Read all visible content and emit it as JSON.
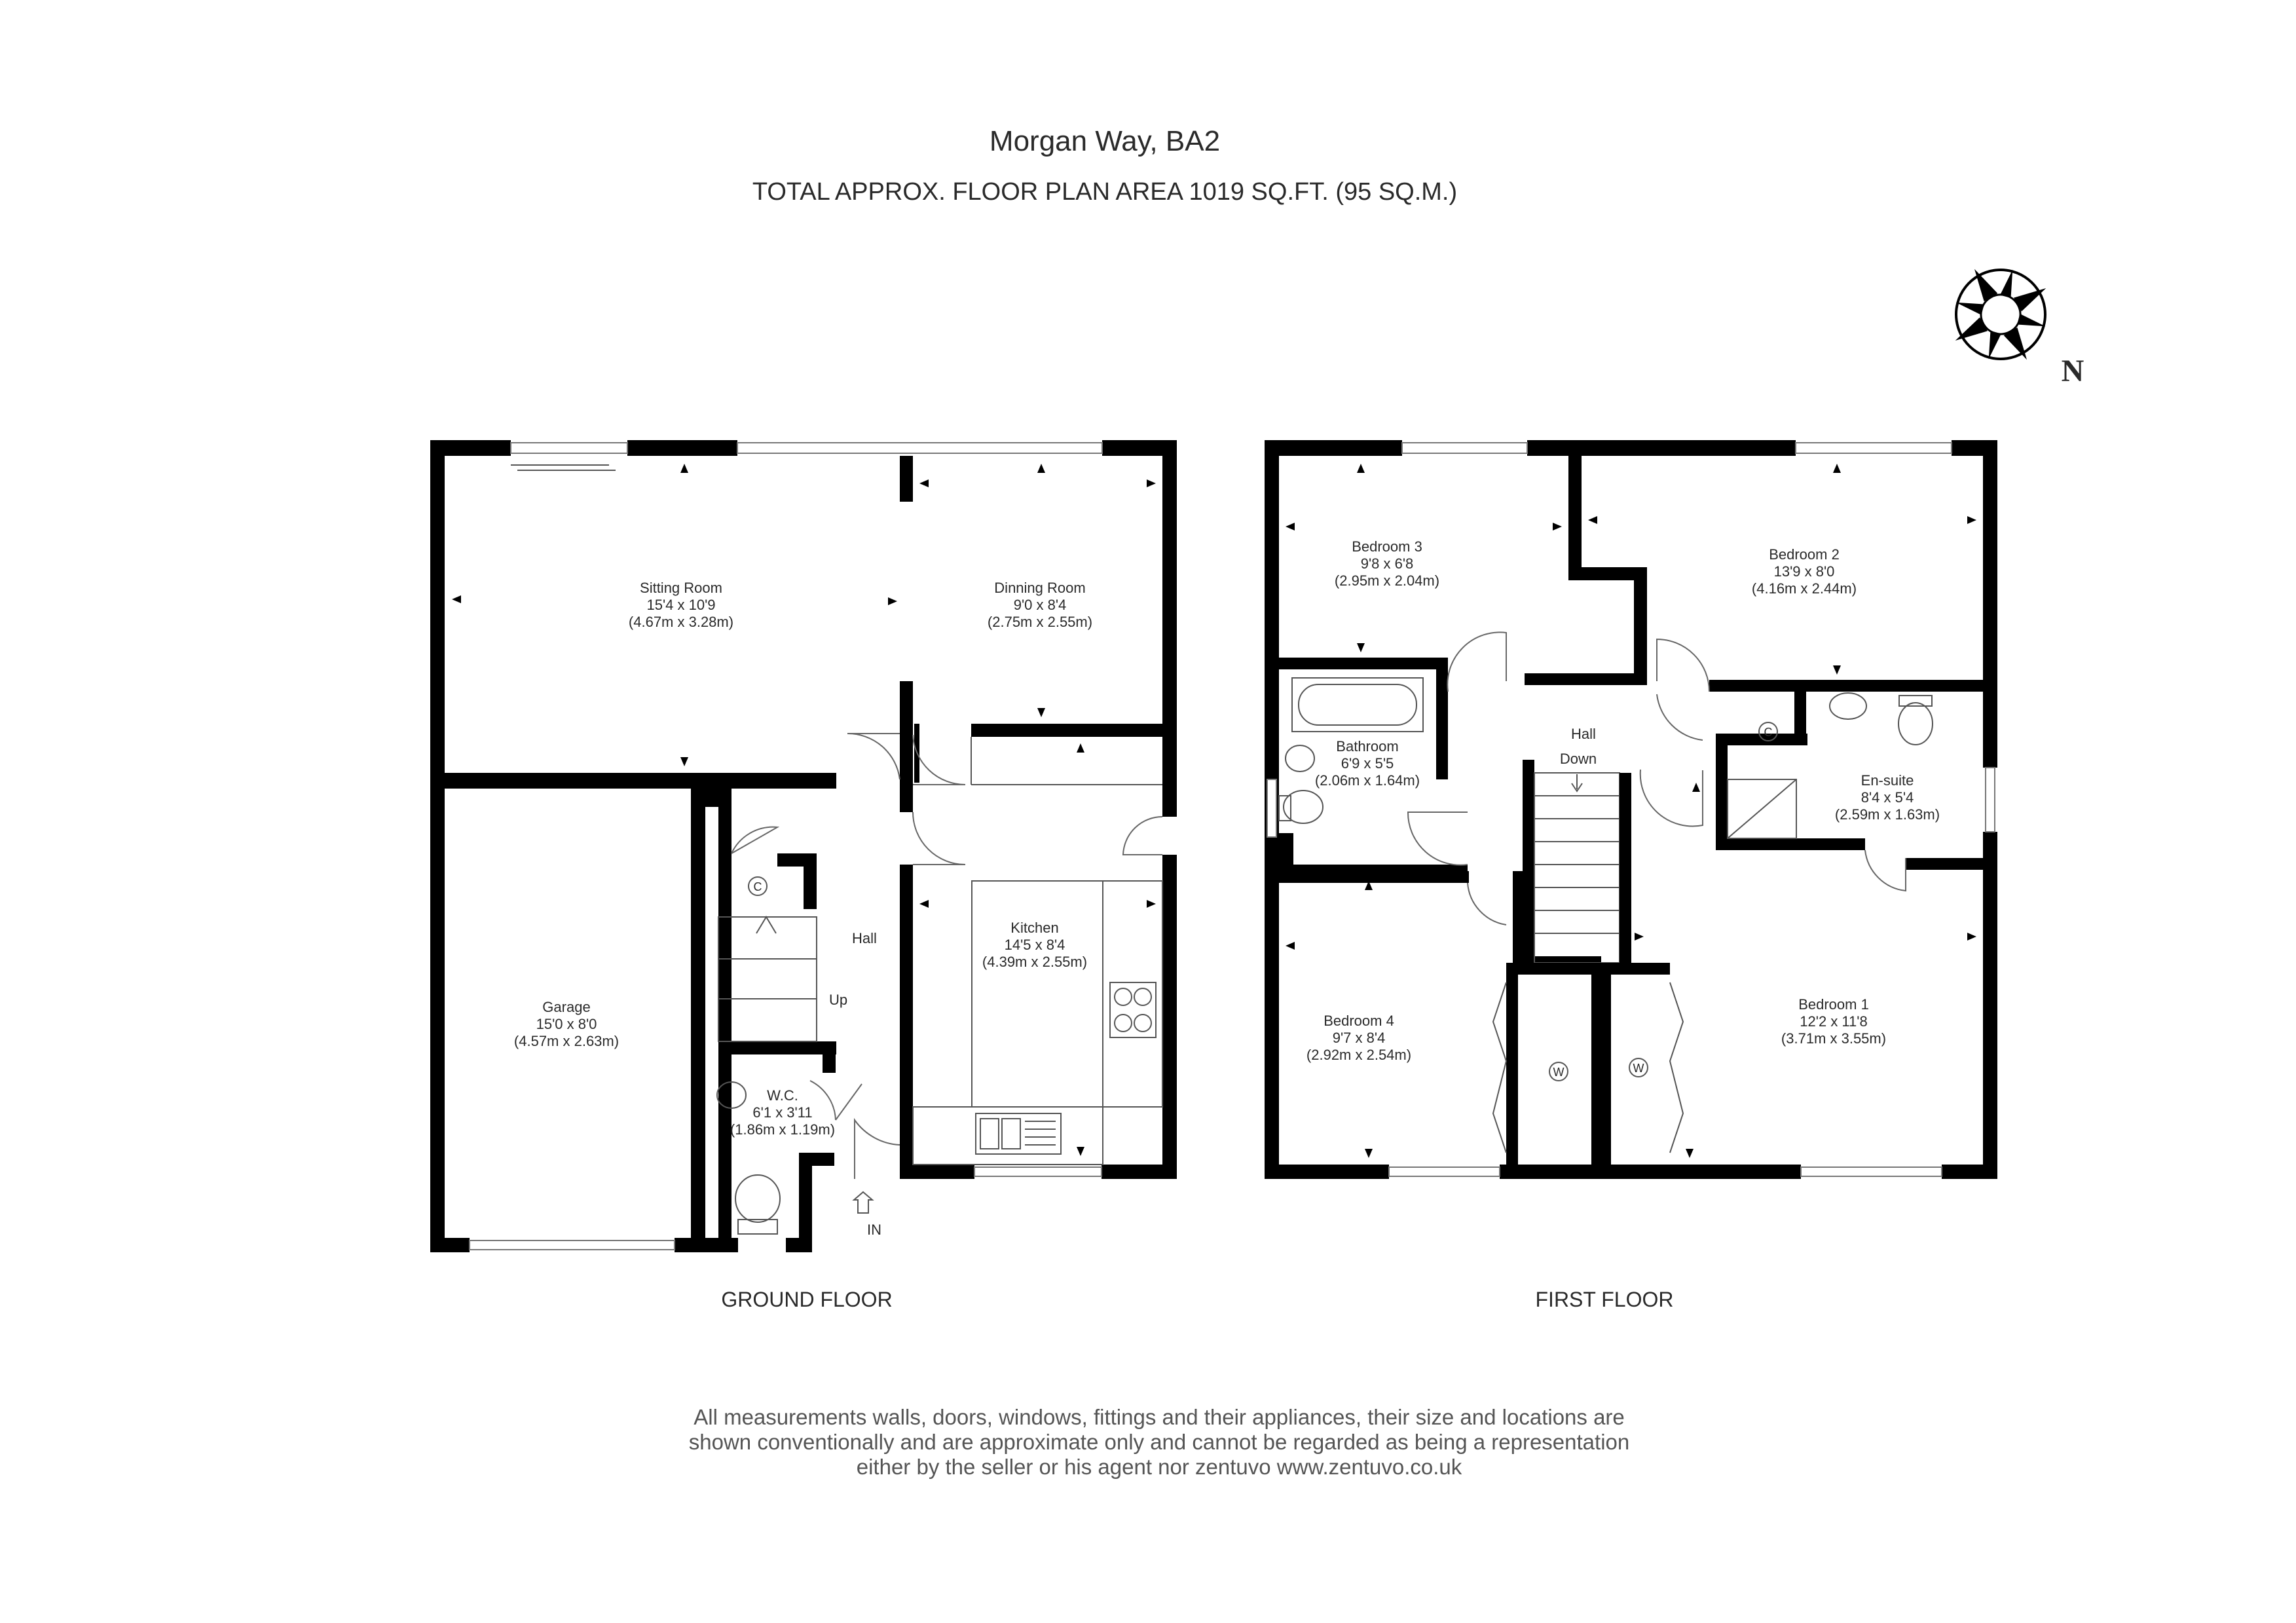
{
  "header": {
    "title": "Morgan Way, BA2",
    "subtitle": "TOTAL APPROX. FLOOR PLAN AREA 1019 SQ.FT. (95 SQ.M.)"
  },
  "compass": {
    "north_label": "N"
  },
  "ground_floor": {
    "label": "GROUND FLOOR",
    "entrance_label": "IN",
    "rooms": {
      "sitting_room": {
        "name": "Sitting Room",
        "imperial": "15'4 x 10'9",
        "metric": "(4.67m x 3.28m)"
      },
      "dining_room": {
        "name": "Dinning Room",
        "imperial": "9'0 x 8'4",
        "metric": "(2.75m x 2.55m)"
      },
      "kitchen": {
        "name": "Kitchen",
        "imperial": "14'5 x 8'4",
        "metric": "(4.39m x 2.55m)"
      },
      "garage": {
        "name": "Garage",
        "imperial": "15'0 x 8'0",
        "metric": "(4.57m x 2.63m)"
      },
      "wc": {
        "name": "W.C.",
        "imperial": "6'1 x 3'11",
        "metric": "(1.86m x 1.19m)"
      },
      "hall": {
        "name": "Hall"
      },
      "stairs": {
        "label": "Up"
      },
      "cupboard": {
        "label": "C"
      }
    }
  },
  "first_floor": {
    "label": "FIRST FLOOR",
    "rooms": {
      "bedroom_3": {
        "name": "Bedroom 3",
        "imperial": "9'8 x 6'8",
        "metric": "(2.95m x 2.04m)"
      },
      "bedroom_2": {
        "name": "Bedroom 2",
        "imperial": "13'9 x 8'0",
        "metric": "(4.16m x 2.44m)"
      },
      "bathroom": {
        "name": "Bathroom",
        "imperial": "6'9 x 5'5",
        "metric": "(2.06m x 1.64m)"
      },
      "en_suite": {
        "name": "En-suite",
        "imperial": "8'4 x 5'4",
        "metric": "(2.59m x 1.63m)"
      },
      "bedroom_4": {
        "name": "Bedroom 4",
        "imperial": "9'7 x 8'4",
        "metric": "(2.92m x 2.54m)"
      },
      "bedroom_1": {
        "name": "Bedroom 1",
        "imperial": "12'2 x 11'8",
        "metric": "(3.71m x 3.55m)"
      },
      "hall": {
        "name": "Hall"
      },
      "stairs": {
        "label": "Down"
      },
      "cupboard": {
        "label": "C"
      },
      "wardrobe_left": {
        "label": "W"
      },
      "wardrobe_right": {
        "label": "W"
      }
    }
  },
  "disclaimer": {
    "line1": "All measurements walls, doors, windows, fittings and their appliances, their size and locations are",
    "line2": "shown conventionally and are approximate only and cannot be regarded as being a representation",
    "line3": "either by the seller or his agent nor zentuvo www.zentuvo.co.uk"
  }
}
